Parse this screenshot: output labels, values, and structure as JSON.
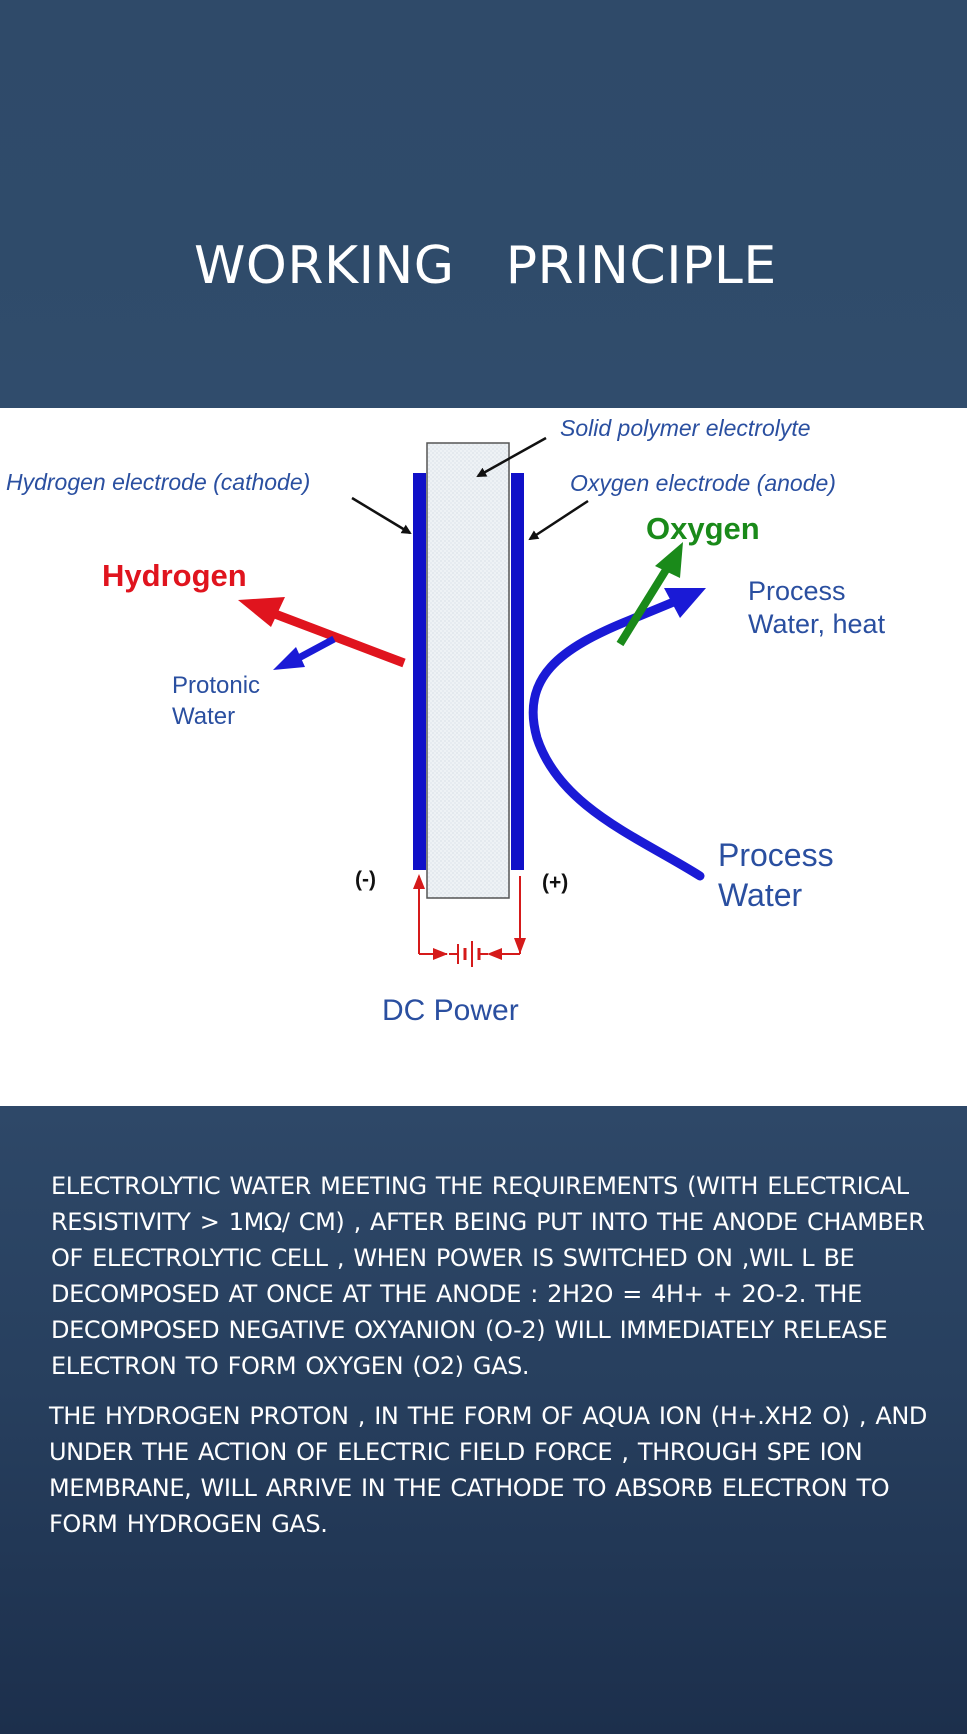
{
  "slide": {
    "title": "WORKING   PRINCIPLE"
  },
  "diagram": {
    "labels": {
      "solid_polymer": "Solid polymer electrolyte",
      "hydrogen_electrode": "Hydrogen electrode (cathode)",
      "oxygen_electrode": "Oxygen electrode (anode)",
      "oxygen": "Oxygen",
      "hydrogen": "Hydrogen",
      "process_water_heat_1": "Process",
      "process_water_heat_2": "Water, heat",
      "protonic_water_1": "Protonic",
      "protonic_water_2": "Water",
      "process_water_1": "Process",
      "process_water_2": "Water",
      "minus": "(-)",
      "plus": "(+)",
      "dc_power": "DC Power"
    },
    "colors": {
      "electrode": "#1010c8",
      "hydrogen": "#e0141e",
      "oxygen": "#1a8a1a",
      "water_flow": "#1a1ad6",
      "label_blue": "#2a4fa0",
      "membrane": "#e8eef2"
    }
  },
  "text": {
    "paragraph1": "ELECTROLYTIC WATER MEETING THE REQUIREMENTS (WITH  ELECTRICAL RESISTIVITY > 1MΩ/ CM) ,  AFTER BEING   PUT    INTO   THE   ANODE CHAMBER   OF ELECTROLYTIC  CELL ,  WHEN  POWER  IS  SWITCHED ON ,WIL L BE  DECOMPOSED  AT  ONCE  AT  THE   ANODE :  2H2O = 4H+ + 2O-2.   THE DECOMPOSED NEGATIVE   OXYANION  (O-2)  WILL   IMMEDIATELY RELEASE ELECTRON  TO FORM OXYGEN (O2) GAS.",
    "paragraph2": "THE HYDROGEN   PROTON  ,  IN   THE   FORM  OF  AQUA ION (H+.XH2 O) , AND  UNDER  THE ACTION OF ELECTRIC FIELD   FORCE  ,  THROUGH  SPE ION MEMBRANE, WILL ARRIVE  IN  THE  CATHODE  TO  ABSORB  ELECTRON   TO FORM  HYDROGEN  GAS."
  }
}
